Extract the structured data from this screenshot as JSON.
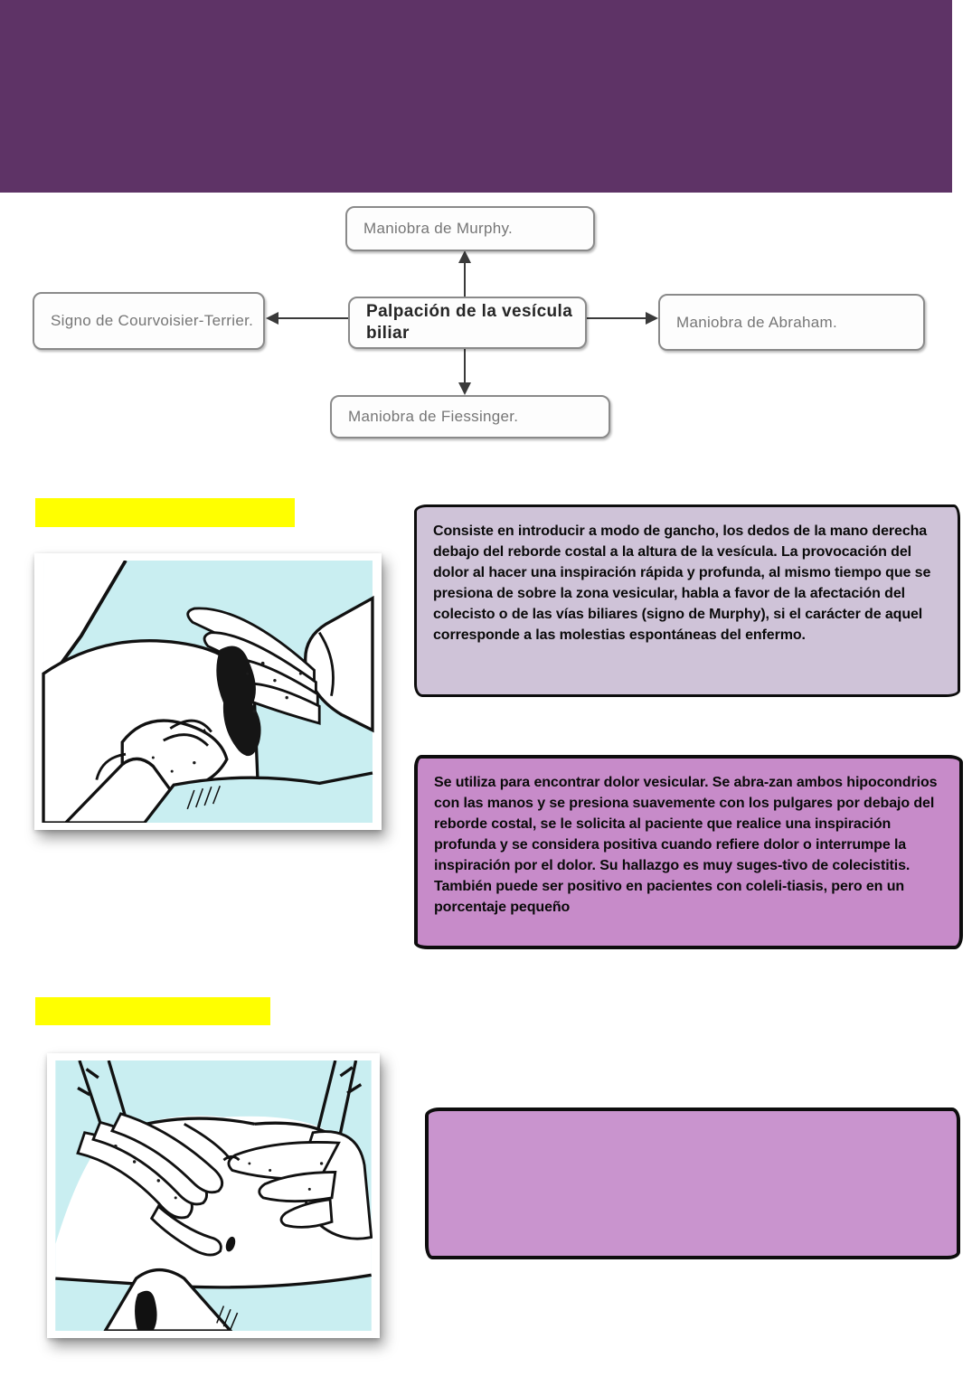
{
  "banner": {
    "color": "#5e3366"
  },
  "diagram": {
    "center_label": "Palpación de la vesícula biliar",
    "top_label": "Maniobra de Murphy.",
    "left_label": "Signo de Courvoisier-Terrier.",
    "right_label": "Maniobra de Abraham.",
    "bottom_label": "Maniobra de Fiessinger."
  },
  "highlights": {
    "color": "#ffff00"
  },
  "notes": [
    {
      "bg": "#cfc3d8",
      "text": "Consiste en introducir a modo de gancho, los dedos de la mano derecha debajo del reborde costal a la altura de la vesícula. La provocación del dolor al hacer una inspiración rápida y profunda, al mismo tiempo que se presiona de sobre la zona vesicular, habla a favor de la afectación del colecisto o de las vías biliares (signo de Murphy), si el carácter de aquel corresponde a las molestias espontáneas del enfermo."
    },
    {
      "bg": "#c78bc9",
      "text": "Se utiliza para encontrar dolor vesicular. Se abra-zan ambos hipocondrios con las manos y se presiona suavemente con los pulgares por debajo del reborde costal, se le solicita al paciente que realice una inspiración profunda y se considera positiva cuando refiere dolor o interrumpe la inspiración por el dolor. Su hallazgo es muy suges-tivo de colecistitis. También puede ser positivo en pacientes con coleli-tiasis, pero en un porcentaje pequeño"
    },
    {
      "bg": "#c994ce",
      "text": ""
    }
  ]
}
